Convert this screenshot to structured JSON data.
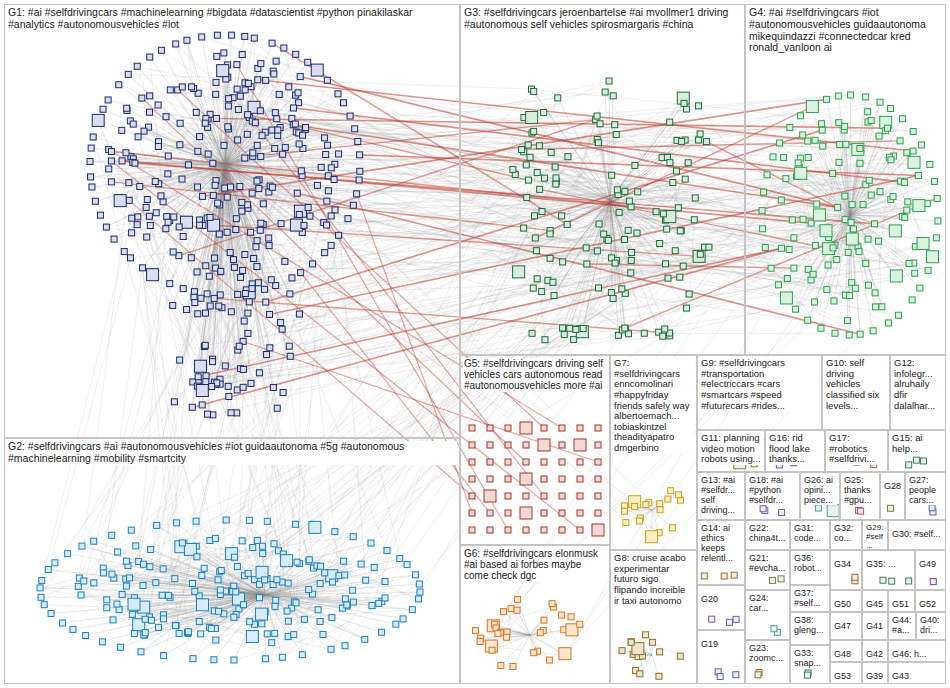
{
  "diagram": {
    "nodes": [
      {
        "text": [
          "G1: #ai #selfdrivingcars #machinelearning #bigdata #datascientist #python pinakilaskar #analytics #autonomousvehicles #iot"
        ]
      },
      {
        "text": [
          "G3: #selfdrivingcars jeroenbartelse #ai mvollmer1 driving #autonomous self vehicles spirosmargaris #china"
        ]
      },
      {
        "text": [
          "G4: #ai #selfdrivingcars #iot #autonomousvehicles guidaautonoma mikequindazzi #connectedcar kred ronald_vanloon ai"
        ]
      },
      {
        "text": [
          "G2: #selfdrivingcars #ai #autonomousvehicles #iot guidaautonoma #5g #autonomous #machinelearning #mobility #smartcity"
        ]
      },
      {
        "text": [
          "G5: #selfdrivingcars driving self vehicles cars autonomous read #autonomousvehicles more #ai"
        ]
      },
      {
        "text": [
          "G7: #selfdrivingcars enncomolinari #happyfriday friends safely way albertoemach... tobiaskintzel theadityapatro dmgerbino"
        ]
      },
      {
        "text": [
          "G9: #selfdrivingcars #transportation #electriccars #cars #smartcars #speed #futurecars #rides..."
        ]
      },
      {
        "text": [
          "G10: self driving vehicles classified six levels..."
        ]
      },
      {
        "text": [
          "G12: infolegr... alruhaily dfir dalalhar..."
        ]
      },
      {
        "text": [
          "G6: #selfdrivingcars elonmusk #ai based ai forbes maybe come check dgc"
        ]
      },
      {
        "text": [
          "G8: cruise acabo experimentar futuro sigo flipando increible ir taxi autonomo"
        ]
      },
      {
        "text": [
          "G11: planning video motion robots using..."
        ]
      },
      {
        "text": [
          "G16: rid flood lake thanks..."
        ]
      },
      {
        "text": [
          "G17: #robotics #selfdrivi..."
        ]
      },
      {
        "text": [
          "G15: ai help..."
        ]
      },
      {
        "text": [
          "G13: #ai #selfdr... self driving..."
        ]
      },
      {
        "text": [
          "G18: #ai #python #selfdr..."
        ]
      },
      {
        "text": [
          "G26: ai opini... piece..."
        ]
      },
      {
        "text": [
          "G25: thanks #gpu..."
        ]
      },
      {
        "text": [
          "G28"
        ]
      },
      {
        "text": [
          "G27: people cars..."
        ]
      },
      {
        "text": [
          "G14: ai ethics keeps relentl..."
        ]
      },
      {
        "text": [
          "G22: china4t..."
        ]
      },
      {
        "text": [
          "G31: code..."
        ]
      },
      {
        "text": [
          "G32: co..."
        ]
      },
      {
        "text": [
          "G29: #self..."
        ]
      },
      {
        "text": [
          "G30: #self..."
        ]
      },
      {
        "text": [
          "G21: #evcha..."
        ]
      },
      {
        "text": [
          "G36: robot..."
        ]
      },
      {
        "text": [
          "G34"
        ]
      },
      {
        "text": [
          "G35: ..."
        ]
      },
      {
        "text": [
          "G49"
        ]
      },
      {
        "text": [
          "G20"
        ]
      },
      {
        "text": [
          "G24: car..."
        ]
      },
      {
        "text": [
          "G37: #self..."
        ]
      },
      {
        "text": [
          "G50"
        ]
      },
      {
        "text": [
          "G45"
        ]
      },
      {
        "text": [
          "G51"
        ]
      },
      {
        "text": [
          "G52"
        ]
      },
      {
        "text": [
          "G38: gleng..."
        ]
      },
      {
        "text": [
          "G47"
        ]
      },
      {
        "text": [
          "G41"
        ]
      },
      {
        "text": [
          "G44: #a..."
        ]
      },
      {
        "text": [
          "G40: dri..."
        ]
      },
      {
        "text": [
          "G19"
        ]
      },
      {
        "text": [
          "G23: zoomc..."
        ]
      },
      {
        "text": [
          "G33: snap..."
        ]
      },
      {
        "text": [
          "G48"
        ]
      },
      {
        "text": [
          "G42"
        ]
      },
      {
        "text": [
          "G46: h..."
        ]
      },
      {
        "text": [
          "G53"
        ]
      },
      {
        "text": [
          "G39"
        ]
      },
      {
        "text": [
          "G43"
        ]
      }
    ]
  }
}
